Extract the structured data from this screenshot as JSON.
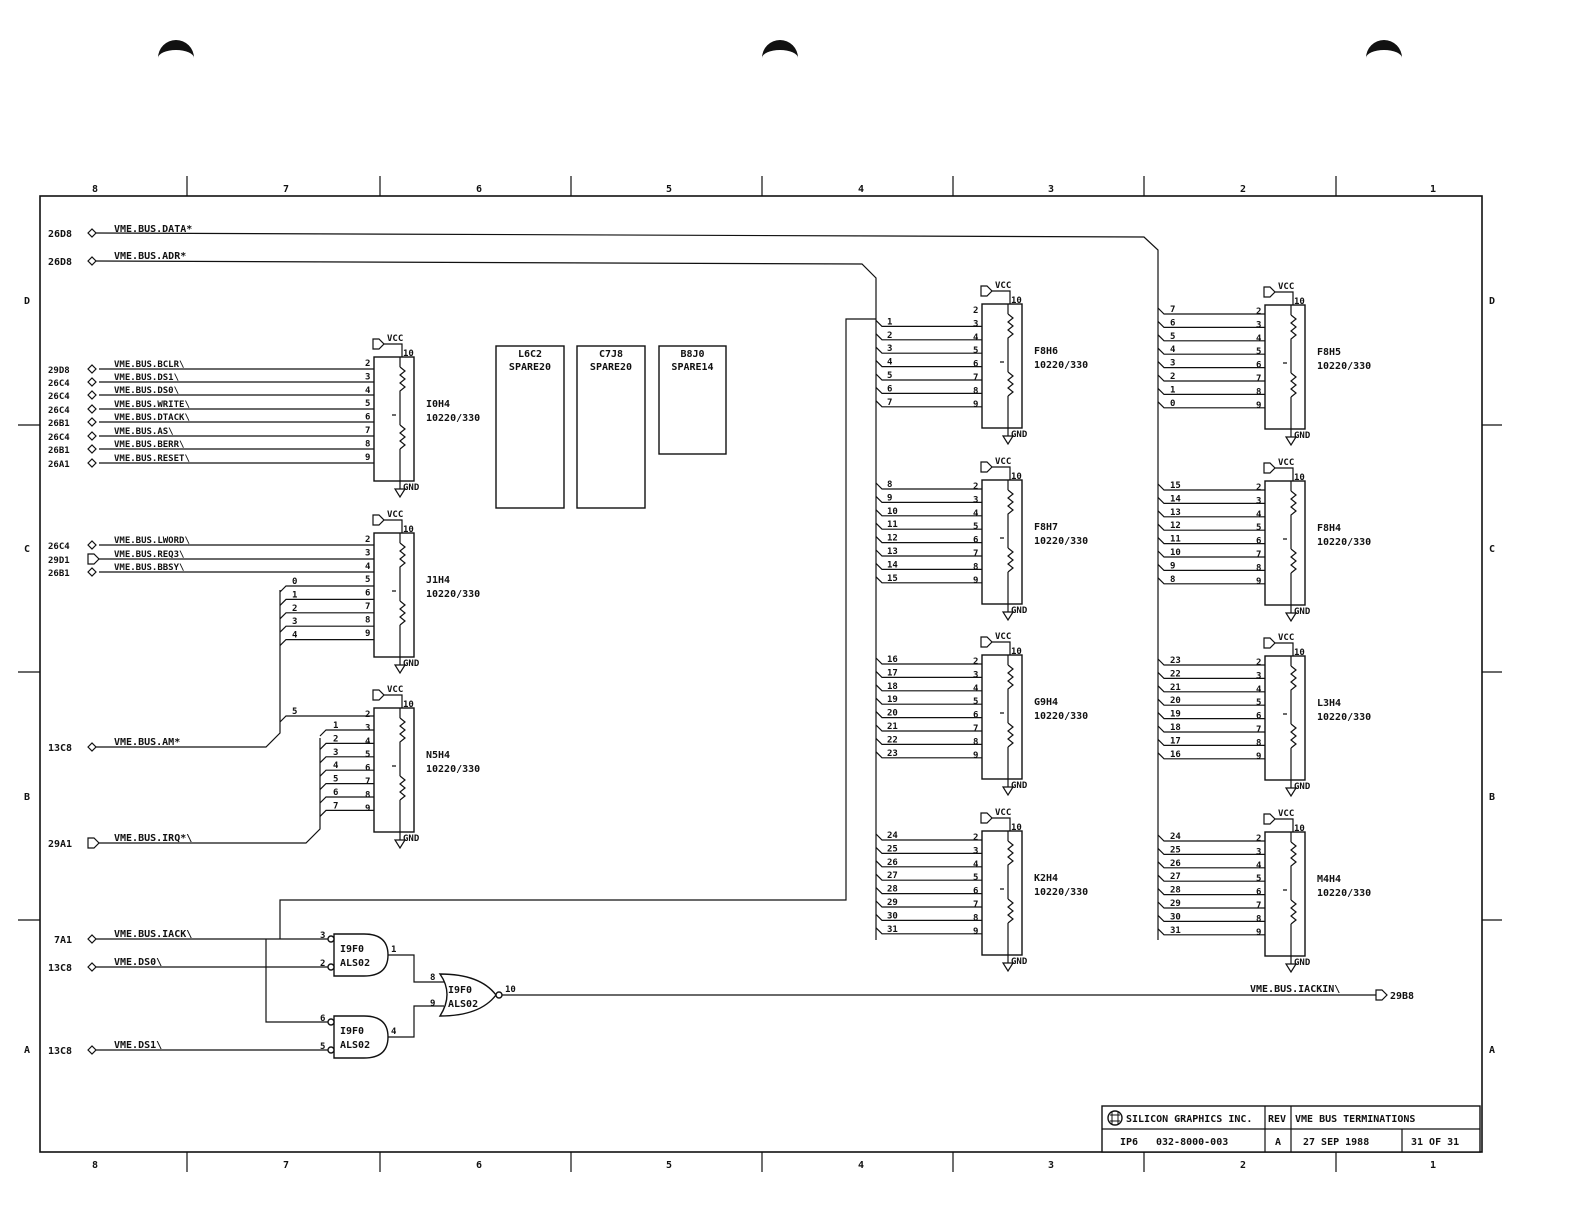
{
  "zones": {
    "columns": [
      "8",
      "7",
      "6",
      "5",
      "4",
      "3",
      "2",
      "1"
    ],
    "rows": [
      "D",
      "C",
      "B",
      "A"
    ]
  },
  "power": {
    "vcc": "VCC",
    "gnd": "GND",
    "pin10": "10"
  },
  "buses": {
    "data": {
      "ref": "26D8",
      "name": "VME.BUS.DATA*"
    },
    "adr": {
      "ref": "26D8",
      "name": "VME.BUS.ADR*"
    }
  },
  "spares": [
    {
      "ref": "L6C2",
      "type": "SPARE20"
    },
    {
      "ref": "C7J8",
      "type": "SPARE20"
    },
    {
      "ref": "B8J0",
      "type": "SPARE14"
    }
  ],
  "left_signals": [
    {
      "ref": "29D8",
      "name": "VME.BUS.BCLR\\",
      "pin": "2"
    },
    {
      "ref": "26C4",
      "name": "VME.BUS.DS1\\",
      "pin": "3"
    },
    {
      "ref": "26C4",
      "name": "VME.BUS.DS0\\",
      "pin": "4"
    },
    {
      "ref": "26C4",
      "name": "VME.BUS.WRITE\\",
      "pin": "5"
    },
    {
      "ref": "26B1",
      "name": "VME.BUS.DTACK\\",
      "pin": "6"
    },
    {
      "ref": "26C4",
      "name": "VME.BUS.AS\\",
      "pin": "7"
    },
    {
      "ref": "26B1",
      "name": "VME.BUS.BERR\\",
      "pin": "8"
    },
    {
      "ref": "26A1",
      "name": "VME.BUS.RESET\\",
      "pin": "9"
    },
    {
      "ref": "26C4",
      "name": "VME.BUS.LWORD\\",
      "pin": "2"
    },
    {
      "ref": "29D1",
      "name": "VME.BUS.REQ3\\",
      "pin": "3"
    },
    {
      "ref": "26B1",
      "name": "VME.BUS.BBSY\\",
      "pin": "4"
    }
  ],
  "am_bus": {
    "ref": "13C8",
    "name": "VME.BUS.AM*"
  },
  "irq_bus": {
    "ref": "29A1",
    "name": "VME.BUS.IRQ*\\"
  },
  "j1h4_bits": [
    "0",
    "1",
    "2",
    "3",
    "4"
  ],
  "j1h4_pins": [
    "5",
    "6",
    "7",
    "8",
    "9"
  ],
  "n5h4_bits": [
    "5",
    "1",
    "2",
    "3",
    "4",
    "5",
    "6",
    "7"
  ],
  "n5h4_pins": [
    "2",
    "3",
    "4",
    "5",
    "6",
    "7",
    "8",
    "9"
  ],
  "left_packs": [
    {
      "ref": "I0H4",
      "value": "10220/330"
    },
    {
      "ref": "J1H4",
      "value": "10220/330"
    },
    {
      "ref": "N5H4",
      "value": "10220/330"
    }
  ],
  "mid_packs": [
    {
      "ref": "F8H6",
      "value": "10220/330",
      "bits": [
        "1",
        "2",
        "3",
        "4",
        "5",
        "6",
        "7"
      ],
      "pins": [
        "2",
        "3",
        "4",
        "5",
        "6",
        "7",
        "8",
        "9"
      ]
    },
    {
      "ref": "F8H7",
      "value": "10220/330",
      "bits": [
        "8",
        "9",
        "10",
        "11",
        "12",
        "13",
        "14",
        "15"
      ],
      "pins": [
        "2",
        "3",
        "4",
        "5",
        "6",
        "7",
        "8",
        "9"
      ]
    },
    {
      "ref": "G9H4",
      "value": "10220/330",
      "bits": [
        "16",
        "17",
        "18",
        "19",
        "20",
        "21",
        "22",
        "23"
      ],
      "pins": [
        "2",
        "3",
        "4",
        "5",
        "6",
        "7",
        "8",
        "9"
      ]
    },
    {
      "ref": "K2H4",
      "value": "10220/330",
      "bits": [
        "24",
        "25",
        "26",
        "27",
        "28",
        "29",
        "30",
        "31"
      ],
      "pins": [
        "2",
        "3",
        "4",
        "5",
        "6",
        "7",
        "8",
        "9"
      ]
    }
  ],
  "right_packs": [
    {
      "ref": "F8H5",
      "value": "10220/330",
      "bits": [
        "7",
        "6",
        "5",
        "4",
        "3",
        "2",
        "1",
        "0"
      ],
      "pins": [
        "2",
        "3",
        "4",
        "5",
        "6",
        "7",
        "8",
        "9"
      ]
    },
    {
      "ref": "F8H4",
      "value": "10220/330",
      "bits": [
        "15",
        "14",
        "13",
        "12",
        "11",
        "10",
        "9",
        "8"
      ],
      "pins": [
        "2",
        "3",
        "4",
        "5",
        "6",
        "7",
        "8",
        "9"
      ]
    },
    {
      "ref": "L3H4",
      "value": "10220/330",
      "bits": [
        "23",
        "22",
        "21",
        "20",
        "19",
        "18",
        "17",
        "16"
      ],
      "pins": [
        "2",
        "3",
        "4",
        "5",
        "6",
        "7",
        "8",
        "9"
      ]
    },
    {
      "ref": "M4H4",
      "value": "10220/330",
      "bits": [
        "24",
        "25",
        "26",
        "27",
        "28",
        "29",
        "30",
        "31"
      ],
      "pins": [
        "2",
        "3",
        "4",
        "5",
        "6",
        "7",
        "8",
        "9"
      ]
    }
  ],
  "gate_inputs": [
    {
      "ref": "7A1",
      "name": "VME.BUS.IACK\\"
    },
    {
      "ref": "13C8",
      "name": "VME.DS0\\"
    },
    {
      "ref": "13C8",
      "name": "VME.DS1\\"
    }
  ],
  "gates": [
    {
      "ref": "I9F0",
      "type": "ALS02",
      "in_a": "3",
      "in_b": "2",
      "out": "1"
    },
    {
      "ref": "I9F0",
      "type": "ALS02",
      "in_a": "6",
      "in_b": "5",
      "out": "4"
    },
    {
      "ref": "I9F0",
      "type": "ALS02",
      "in_a": "8",
      "in_b": "9",
      "out": "10"
    }
  ],
  "output": {
    "name": "VME.BUS.IACKIN\\",
    "ref": "29B8"
  },
  "title_block": {
    "company": "SILICON GRAPHICS INC.",
    "rev_label": "REV",
    "title": "VME BUS TERMINATIONS",
    "project": "IP6",
    "doc_number": "032-8000-003",
    "rev": "A",
    "date": "27 SEP 1988",
    "sheet": "31 OF 31"
  }
}
